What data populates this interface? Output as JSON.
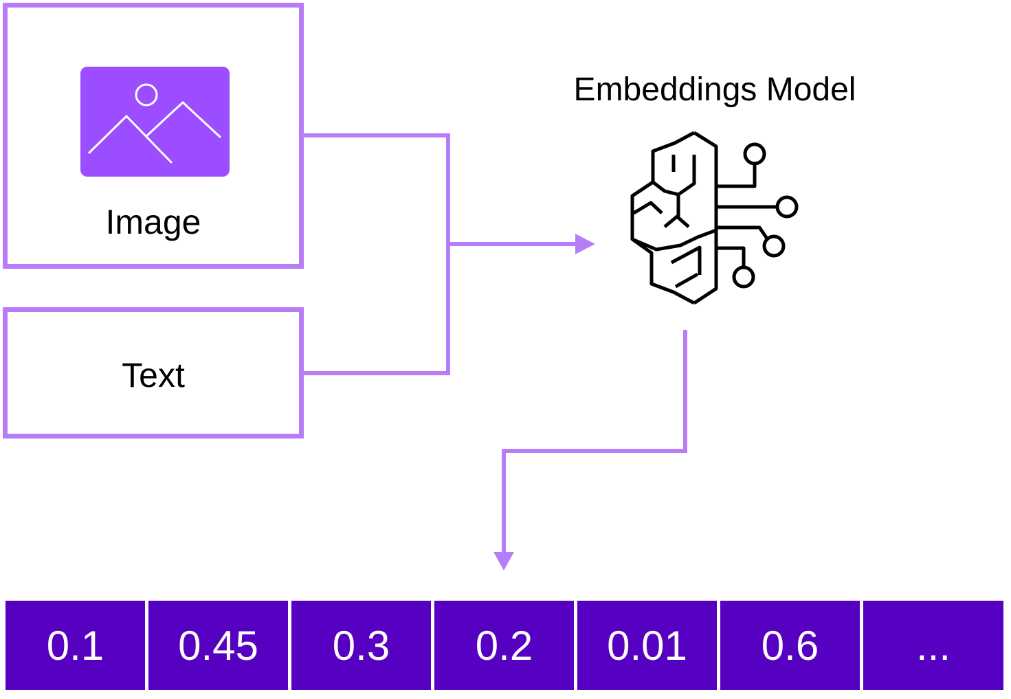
{
  "inputs": {
    "image_label": "Image",
    "text_label": "Text"
  },
  "model": {
    "title": "Embeddings Model"
  },
  "embedding_vector": {
    "values": [
      "0.1",
      "0.45",
      "0.3",
      "0.2",
      "0.01",
      "0.6",
      "..."
    ]
  },
  "colors": {
    "connector": "#b77cf7",
    "image_fill": "#9b4dff",
    "vector_fill": "#5600c2"
  },
  "icons": {
    "image_icon": "landscape-image-icon",
    "model_icon": "brain-circuit-icon"
  }
}
